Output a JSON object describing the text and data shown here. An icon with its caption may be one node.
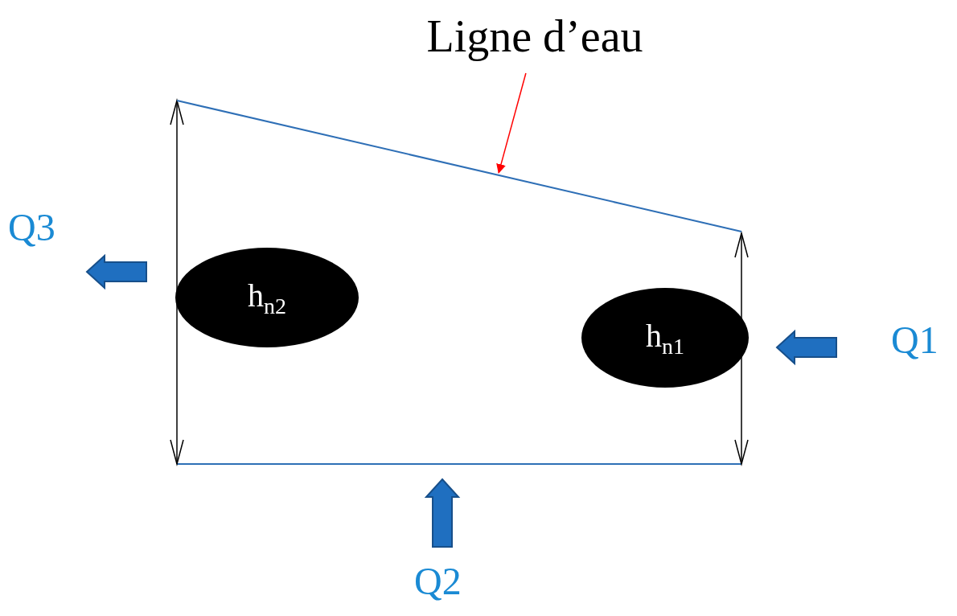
{
  "diagram": {
    "nodes": [
      {
        "text": [
          "Ligne d’eau"
        ]
      },
      {
        "text": [],
        "shape": "line"
      },
      {
        "text": [
          "h$_{n2}$"
        ]
      },
      {
        "text": [
          "h$_{n1}$"
        ]
      }
    ],
    "edges": [
      {
        "from": 0,
        "to": 1,
        "arrow": "to"
      }
    ],
    "labels": [
      "Q3",
      "Q1",
      "Q2"
    ]
  }
}
